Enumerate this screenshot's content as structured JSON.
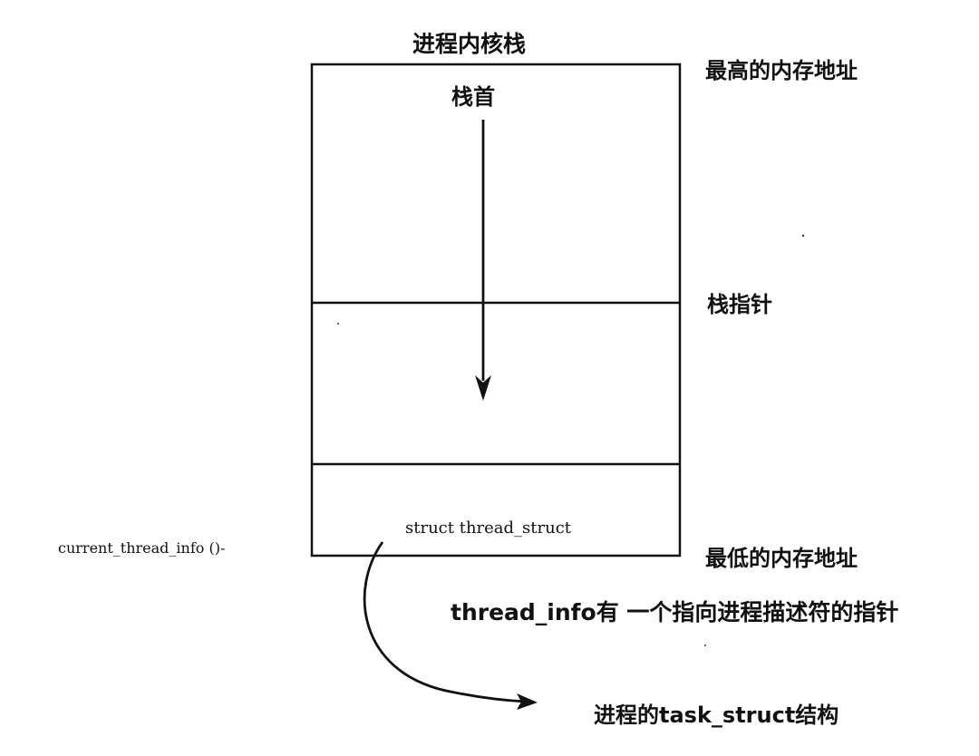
{
  "title": "进程内核栈",
  "labels": {
    "stack_top": "栈首",
    "highest_address": "最高的内存地址",
    "stack_pointer": "栈指针",
    "lowest_address": "最低的内存地址",
    "struct_thread": "struct thread_struct",
    "current_thread_info": "current_thread_info ()-",
    "thread_info_note": "thread_info有 一个指向进程描述符的指针",
    "task_struct": "进程的task_struct结构"
  },
  "colors": {
    "line": "#111111",
    "background": "#ffffff"
  }
}
